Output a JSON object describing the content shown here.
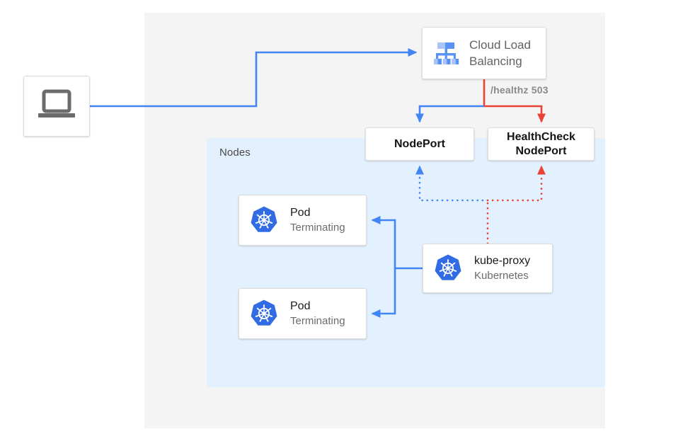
{
  "diagram": {
    "title": "Kubernetes NodePort health check traffic flow",
    "colors": {
      "blue": "#4285f4",
      "red": "#ea4335",
      "kubernetes_blue": "#326ce5",
      "panel_outer": "#f4f4f4",
      "panel_nodes": "#e3f0fd",
      "box_border": "#dcdcdc",
      "text_dark": "#141414",
      "text_muted": "#6b6b6b"
    }
  },
  "panels": {
    "nodes_label": "Nodes"
  },
  "client": {
    "icon": "laptop-icon"
  },
  "load_balancer": {
    "icon": "cloud-load-balancing-icon",
    "line1": "Cloud Load",
    "line2": "Balancing"
  },
  "healthz": {
    "label": "/healthz 503"
  },
  "nodeport": {
    "label": "NodePort"
  },
  "healthcheck_nodeport": {
    "line1": "HealthCheck",
    "line2": "NodePort"
  },
  "pods": [
    {
      "icon": "kubernetes-icon",
      "title": "Pod",
      "status": "Terminating"
    },
    {
      "icon": "kubernetes-icon",
      "title": "Pod",
      "status": "Terminating"
    }
  ],
  "kube_proxy": {
    "icon": "kubernetes-icon",
    "title": "kube-proxy",
    "subtitle": "Kubernetes"
  }
}
